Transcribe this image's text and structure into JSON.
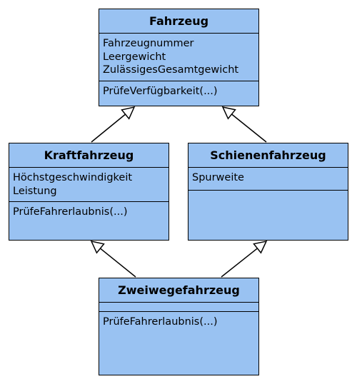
{
  "classes": {
    "fahrzeug": {
      "name": "Fahrzeug",
      "attributes": [
        "Fahrzeugnummer",
        "Leergewicht",
        "ZulässigesGesamtgewicht"
      ],
      "methods": [
        "PrüfeVerfügbarkeit(...)"
      ]
    },
    "kraftfahrzeug": {
      "name": "Kraftfahrzeug",
      "attributes": [
        "Höchstgeschwindigkeit",
        "Leistung"
      ],
      "methods": [
        "PrüfeFahrerlaubnis(...)"
      ]
    },
    "schienenfahrzeug": {
      "name": "Schienenfahrzeug",
      "attributes": [
        "Spurweite"
      ],
      "methods": []
    },
    "zweiwegefahrzeug": {
      "name": "Zweiwegefahrzeug",
      "attributes": [],
      "methods": [
        "PrüfeFahrerlaubnis(...)"
      ]
    }
  },
  "relations": [
    {
      "type": "generalization",
      "from": "kraftfahrzeug",
      "to": "fahrzeug"
    },
    {
      "type": "generalization",
      "from": "schienenfahrzeug",
      "to": "fahrzeug"
    },
    {
      "type": "generalization",
      "from": "zweiwegefahrzeug",
      "to": "kraftfahrzeug"
    },
    {
      "type": "generalization",
      "from": "zweiwegefahrzeug",
      "to": "schienenfahrzeug"
    }
  ],
  "colors": {
    "class_fill": "#99c2f2",
    "stroke": "#000000"
  }
}
